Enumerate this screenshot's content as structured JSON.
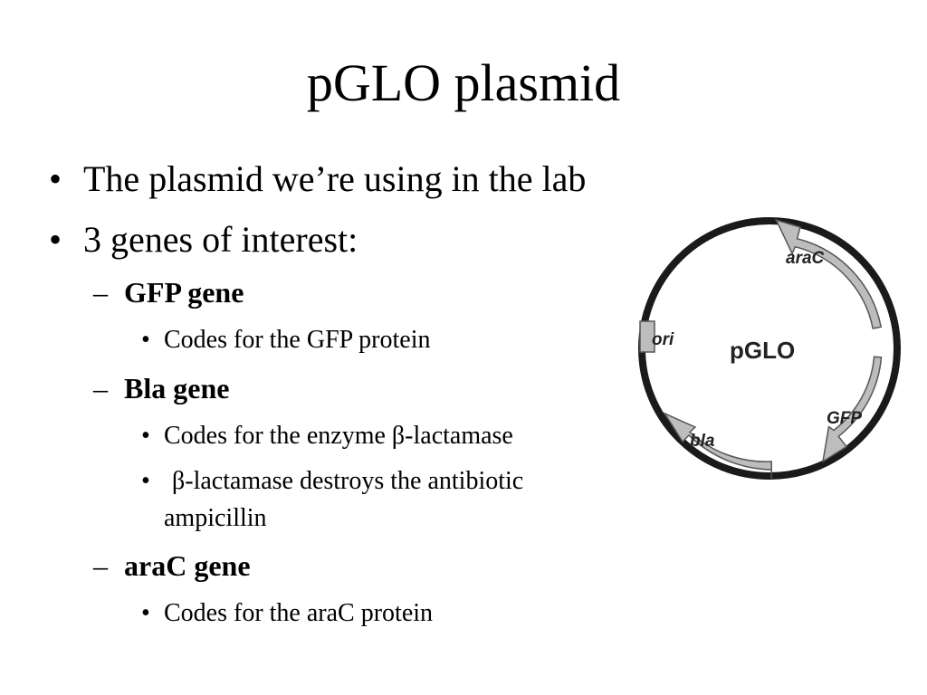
{
  "slide": {
    "title": "pGLO plasmid"
  },
  "bullets": {
    "level1_marker": "•",
    "level2_marker": "–",
    "level3_marker": "•",
    "b1": "The plasmid we’re using in the lab",
    "b2": "3 genes of interest:",
    "gfp_heading": "GFP gene",
    "gfp_detail": "Codes for the GFP protein",
    "bla_heading": "Bla gene",
    "bla_detail1": "Codes for the enzyme β-lactamase",
    "bla_detail2_line1": "β-lactamase destroys the antibiotic",
    "bla_detail2_line2": "ampicillin",
    "arac_heading": "araC gene",
    "arac_detail": "Codes for the araC protein"
  },
  "diagram": {
    "center_label": "pGLO",
    "labels": {
      "arac": "araC",
      "ori": "ori",
      "gfp": "GFP",
      "bla": "bla"
    },
    "colors": {
      "backbone": "#1a1a1a",
      "gene_fill": "#bdbdbd",
      "gene_stroke": "#555555"
    }
  }
}
